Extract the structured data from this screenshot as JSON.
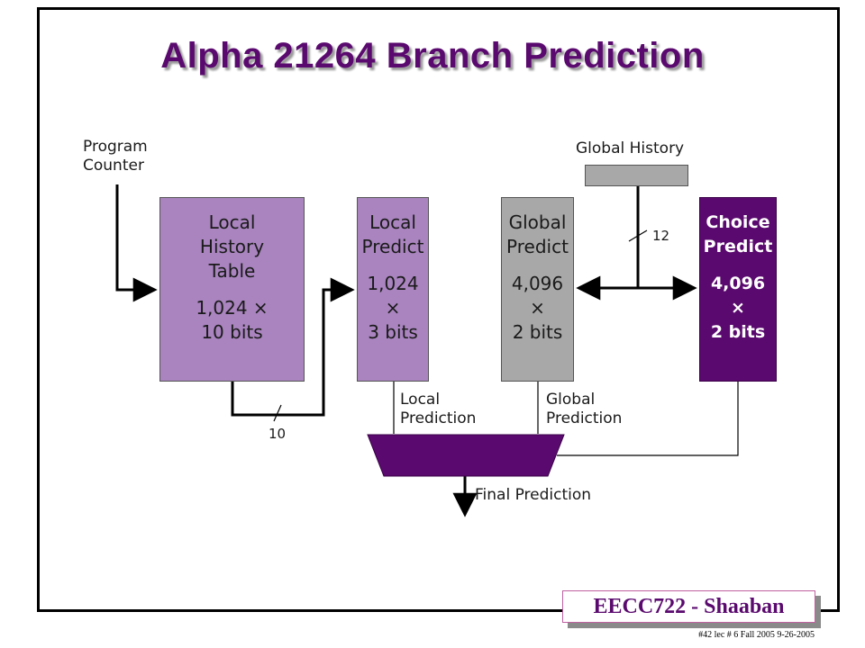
{
  "title": "Alpha 21264 Branch Prediction",
  "labels": {
    "program_counter": [
      "Program",
      "Counter"
    ],
    "global_history": "Global History",
    "local_prediction": [
      "Local",
      "Prediction"
    ],
    "global_prediction": [
      "Global",
      "Prediction"
    ],
    "final_prediction": "Final Prediction",
    "bus_width_local": "10",
    "bus_width_global": "12"
  },
  "blocks": {
    "local_history_table": {
      "name": [
        "Local",
        "History",
        "Table"
      ],
      "size": [
        "1,024 ×",
        "10 bits"
      ]
    },
    "local_predict": {
      "name": [
        "Local",
        "Predict"
      ],
      "size": [
        "1,024",
        "×",
        "3 bits"
      ]
    },
    "global_predict": {
      "name": [
        "Global",
        "Predict"
      ],
      "size": [
        "4,096",
        "×",
        "2 bits"
      ]
    },
    "choice_predict": {
      "name": [
        "Choice",
        "Predict"
      ],
      "size": [
        "4,096",
        "×",
        "2 bits"
      ]
    }
  },
  "footer": {
    "badge": "EECC722 - Shaaban",
    "info": "#42   lec # 6   Fall 2005   9-26-2005"
  },
  "colors": {
    "title": "#5a0a6e",
    "local_blocks": "#a984bf",
    "global_blocks": "#a8a8a8",
    "choice_block": "#5a0a6e",
    "mux": "#5a0a6e"
  }
}
